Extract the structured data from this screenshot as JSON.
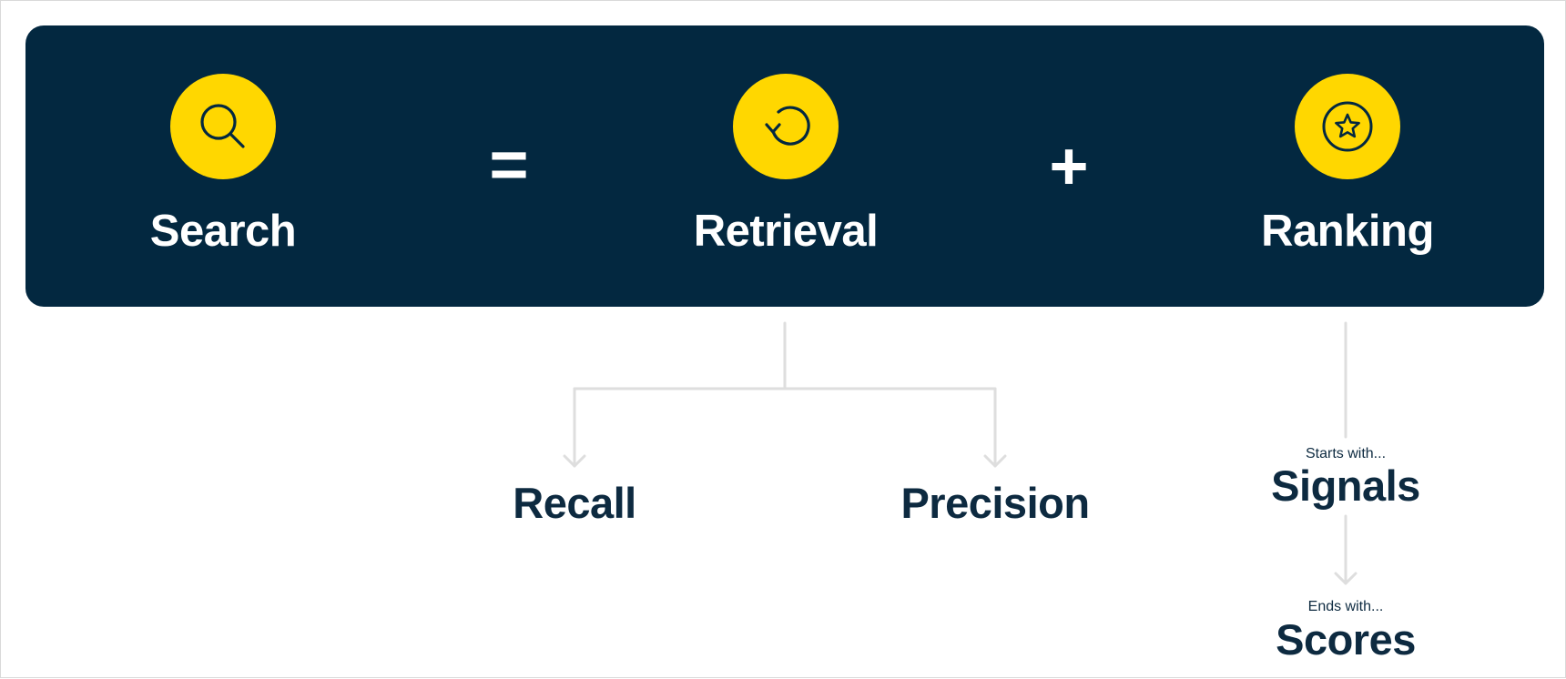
{
  "diagram": {
    "equation": {
      "search": {
        "label": "Search",
        "icon": "search-icon"
      },
      "equals": "=",
      "retrieval": {
        "label": "Retrieval",
        "icon": "refresh-icon"
      },
      "plus": "+",
      "ranking": {
        "label": "Ranking",
        "icon": "star-badge-icon"
      }
    },
    "retrieval_branches": {
      "recall": "Recall",
      "precision": "Precision"
    },
    "ranking_flow": {
      "signals_caption": "Starts with...",
      "signals": "Signals",
      "scores_caption": "Ends with...",
      "scores": "Scores"
    }
  },
  "colors": {
    "panel": "#032840",
    "accent": "#ffd700",
    "text_dark": "#0d2a40",
    "connector": "#dedede"
  }
}
